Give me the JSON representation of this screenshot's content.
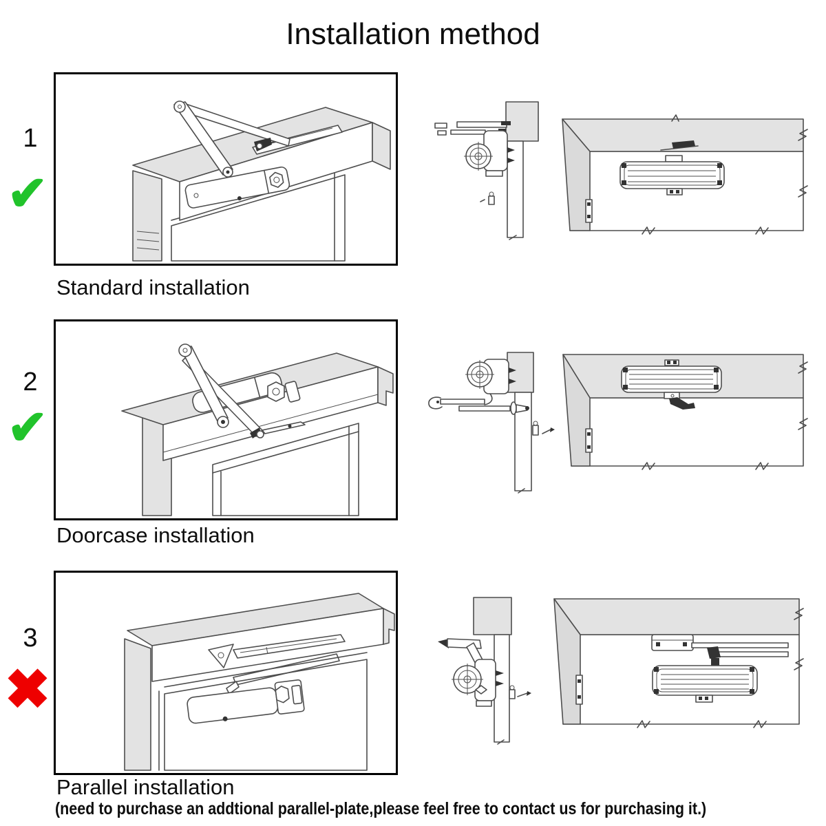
{
  "title": "Installation method",
  "rows": [
    {
      "number": "1",
      "mark": "check",
      "mark_symbol": "✔",
      "mark_color": "#21c32b",
      "label": "Standard installation"
    },
    {
      "number": "2",
      "mark": "check",
      "mark_symbol": "✔",
      "mark_color": "#21c32b",
      "label": "Doorcase installation"
    },
    {
      "number": "3",
      "mark": "cross",
      "mark_symbol": "✖",
      "mark_color": "#ee0000",
      "label": "Parallel installation"
    }
  ],
  "footnote": "(need to purchase an addtional parallel-plate,please feel free to contact us for purchasing it.)",
  "colors": {
    "approve_green": "#21c32b",
    "reject_red": "#ee0000",
    "diagram_line": "#4d4d4d",
    "frame_shade": "#e3e3e3",
    "box_border": "#000000"
  }
}
